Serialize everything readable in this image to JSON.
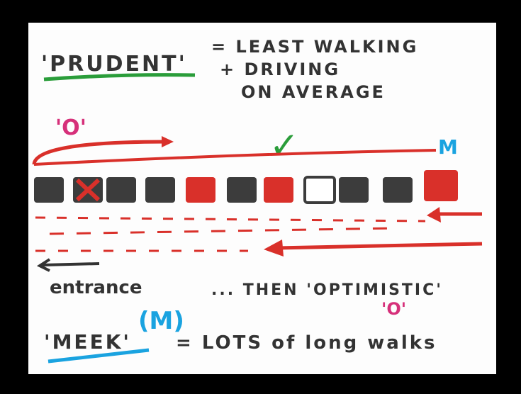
{
  "colors": {
    "ink": "#333333",
    "red": "#d9302a",
    "green": "#2a9d3a",
    "pink": "#d6307a",
    "blue": "#1aa3e0"
  },
  "prudent": {
    "term": "'PRUDENT'",
    "line1": "= LEAST WALKING",
    "line2": "+ DRIVING",
    "line3": "ON AVERAGE"
  },
  "marks": {
    "optimistic_o": "'O'",
    "meek_m": "M",
    "check": "✓"
  },
  "labels": {
    "entrance": "entrance",
    "then": "... THEN 'OPTIMISTIC'",
    "optimistic_o": "'O'"
  },
  "meek": {
    "term": "'MEEK'",
    "m": "(M)",
    "desc": "= LOTS of long walks"
  },
  "spaces": [
    "taken",
    "crossed",
    "taken",
    "taken",
    "red",
    "taken",
    "red",
    "empty",
    "taken",
    "taken",
    "red"
  ]
}
